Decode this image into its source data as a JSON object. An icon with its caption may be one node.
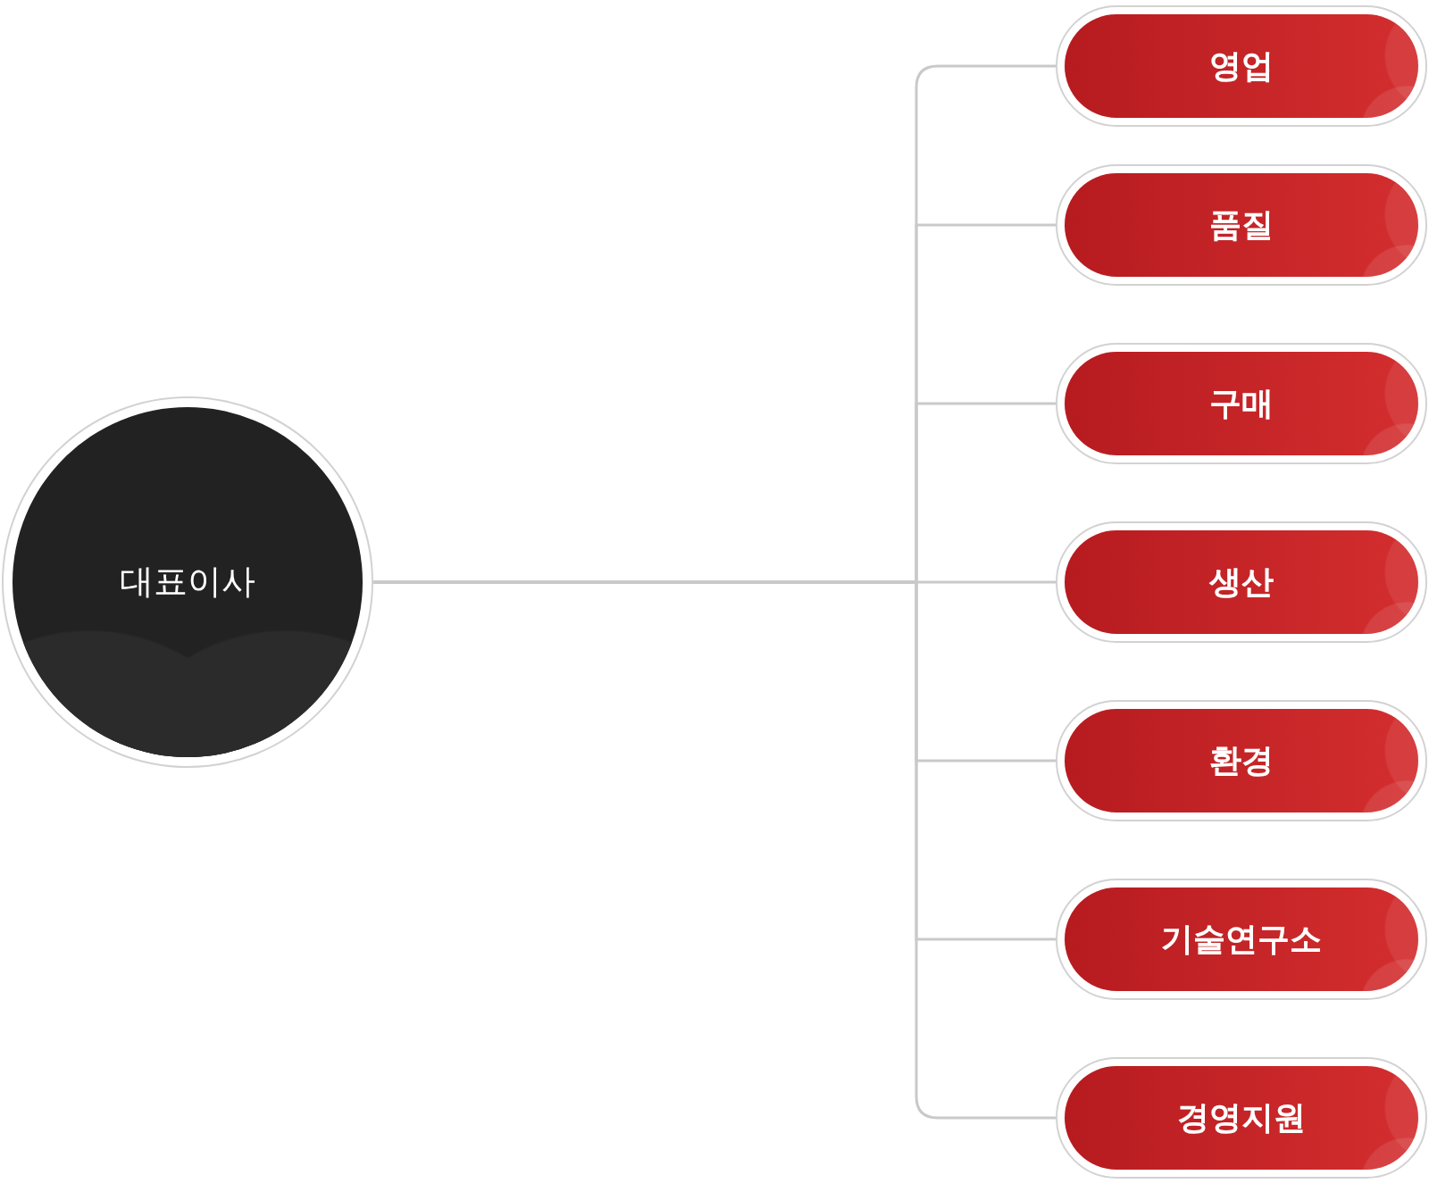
{
  "diagram": {
    "nodes": [
      {
        "text": [
          "대표이사"
        ]
      },
      {
        "text": [
          "영업"
        ]
      },
      {
        "text": [
          "품질"
        ]
      },
      {
        "text": [
          "구매"
        ]
      },
      {
        "text": [
          "생산"
        ]
      },
      {
        "text": [
          "환경"
        ]
      },
      {
        "text": [
          "기술연구소"
        ]
      },
      {
        "text": [
          "경영지원"
        ]
      }
    ],
    "edges": [
      {
        "from": 0,
        "to": 1,
        "arrow": "none"
      },
      {
        "from": 0,
        "to": 2,
        "arrow": "none"
      },
      {
        "from": 0,
        "to": 3,
        "arrow": "none"
      },
      {
        "from": 0,
        "to": 4,
        "arrow": "none"
      },
      {
        "from": 0,
        "to": 5,
        "arrow": "none"
      },
      {
        "from": 0,
        "to": 6,
        "arrow": "none"
      },
      {
        "from": 0,
        "to": 7,
        "arrow": "none"
      }
    ]
  }
}
